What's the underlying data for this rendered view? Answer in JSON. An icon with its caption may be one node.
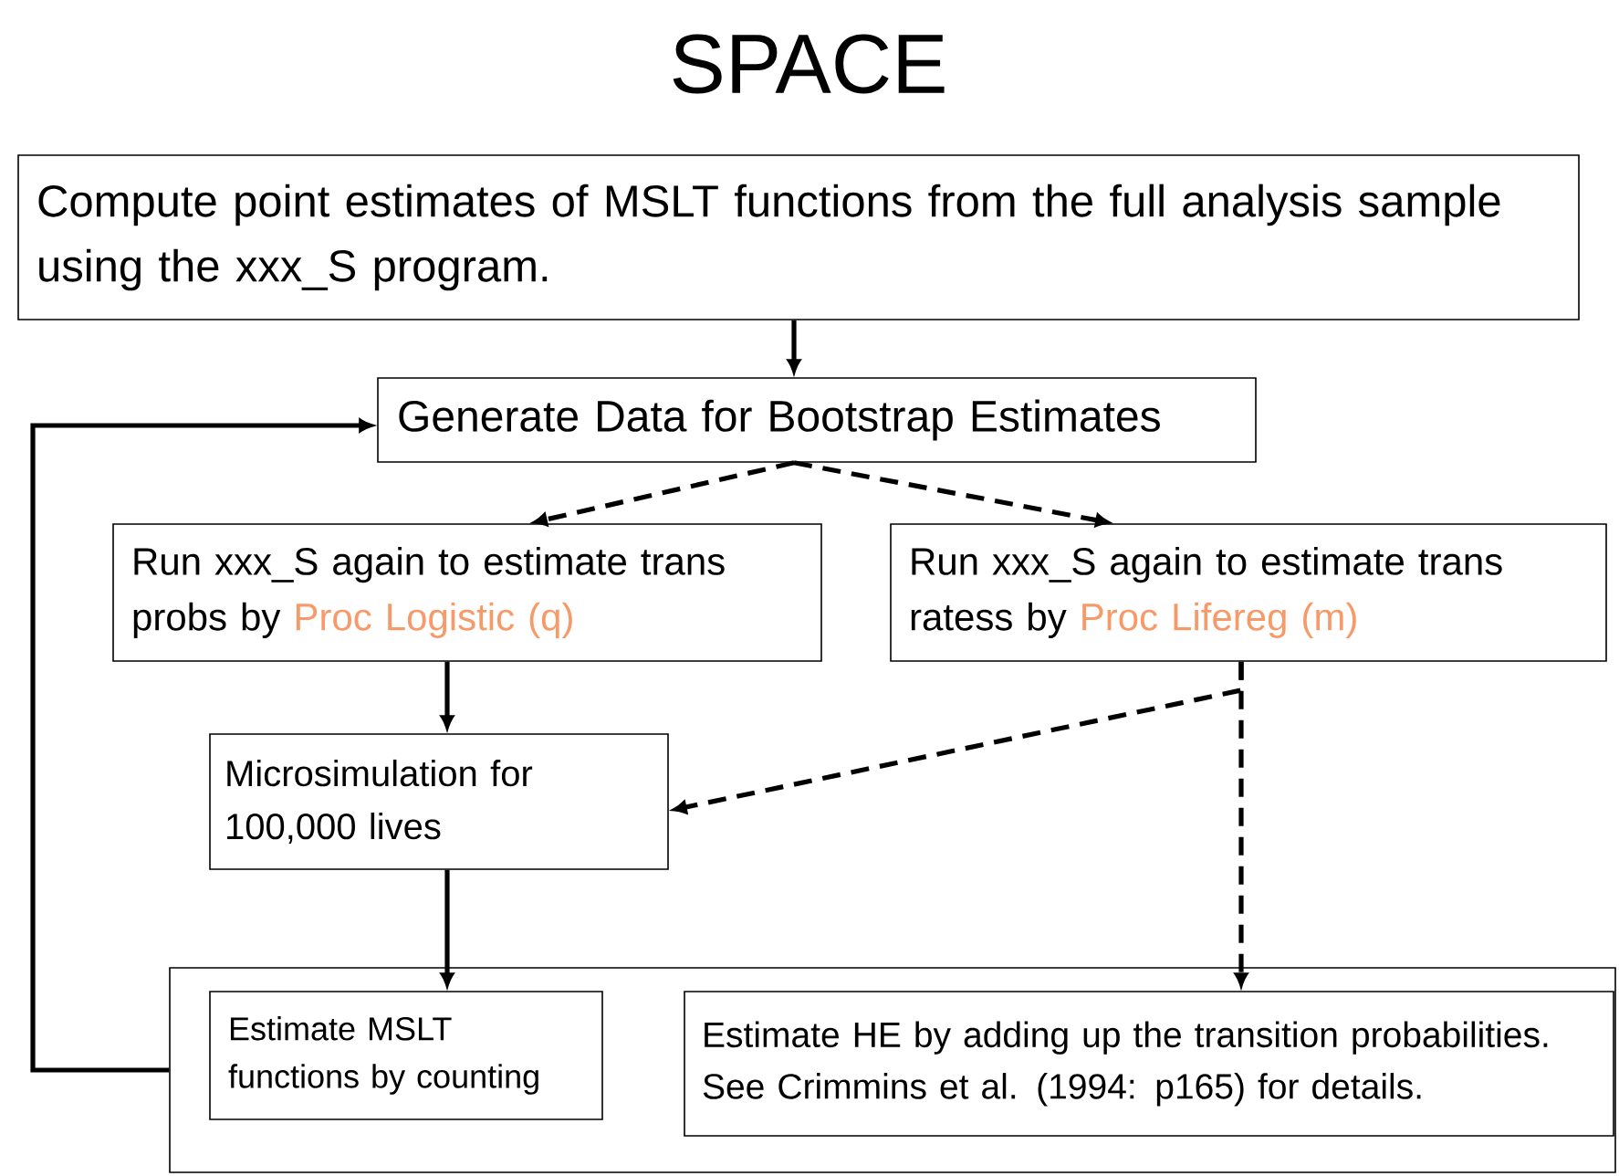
{
  "diagram": {
    "title": "SPACE",
    "nodes": [
      {
        "text": [
          "Compute point estimates of MSLT functions from the full analysis sample using the xxx_S program."
        ]
      },
      {
        "text": [
          "Generate Data for Bootstrap Estimates"
        ]
      },
      {
        "text": [
          "Run xxx_S again to estimate trans probs by",
          "Proc Logistic (q)"
        ]
      },
      {
        "text": [
          "Run xxx_S again to estimate trans ratess by",
          "Proc Lifereg (m)"
        ]
      },
      {
        "text": [
          "Microsimulation for 100,000 lives"
        ]
      },
      {
        "text": [],
        "shape": "box"
      },
      {
        "text": [
          "Estimate MSLT functions by counting"
        ],
        "in": 5
      },
      {
        "text": [
          "Estimate HE by adding up the transition probabilities. See Crimmins et al. (1994: p165) for details."
        ],
        "in": 5
      }
    ],
    "edges": [
      {
        "from": 0,
        "to": 1,
        "arrow": "to"
      },
      {
        "from": 1,
        "to": 2,
        "arrow": "to",
        "style": "dashed"
      },
      {
        "from": 1,
        "to": 3,
        "arrow": "to",
        "style": "dashed"
      },
      {
        "from": 2,
        "to": 4,
        "arrow": "to"
      },
      {
        "from": 3,
        "to": 4,
        "arrow": "to",
        "style": "dashed"
      },
      {
        "from": 3,
        "to": 7,
        "arrow": "to",
        "style": "dashed"
      },
      {
        "from": 4,
        "to": 6,
        "arrow": "to"
      },
      {
        "from": 5,
        "to": 1,
        "arrow": "to"
      }
    ]
  }
}
